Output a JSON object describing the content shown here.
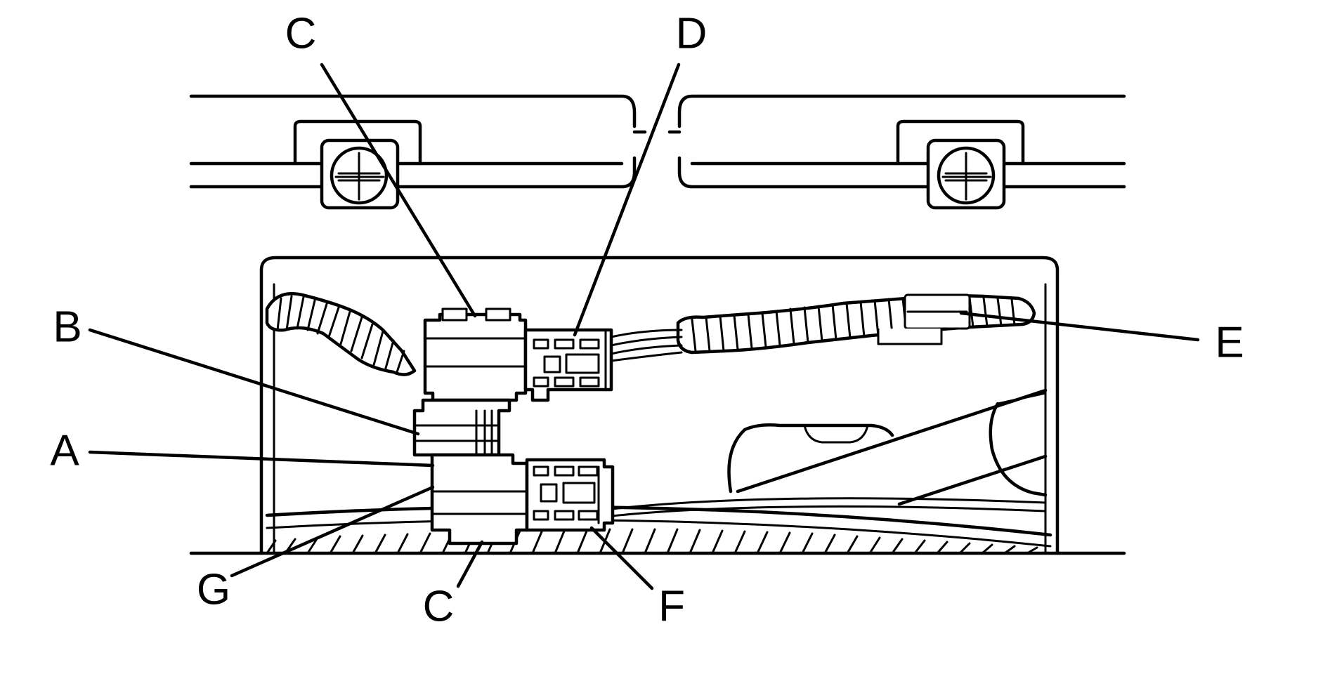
{
  "callouts": {
    "c_top": "C",
    "d": "D",
    "b": "B",
    "e": "E",
    "a": "A",
    "g": "G",
    "c_bottom": "C",
    "f": "F"
  },
  "colors": {
    "line": "#000000",
    "background": "#ffffff"
  }
}
